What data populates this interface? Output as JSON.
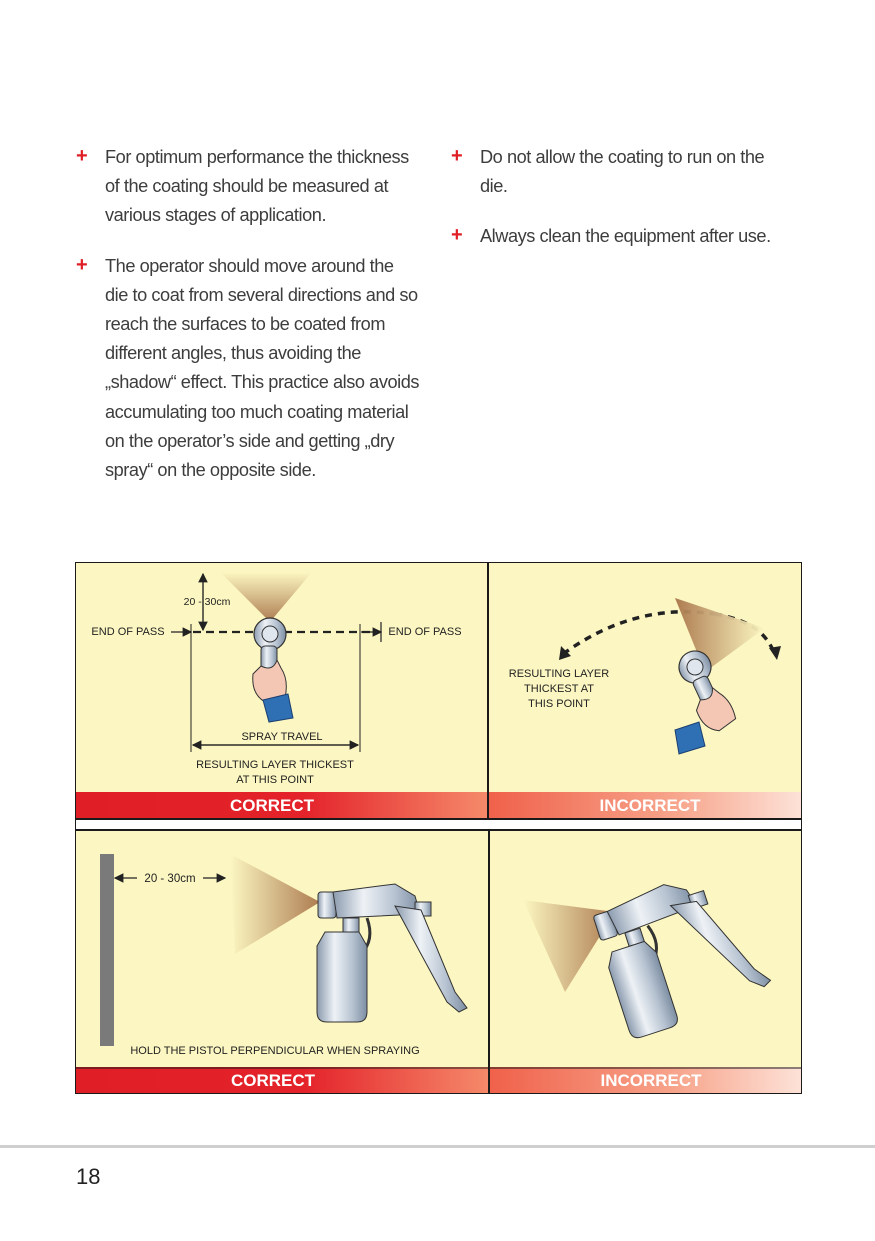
{
  "left_column": {
    "bullets": [
      "For optimum performance the thickness of the coating should be measured at various stages of application.",
      "The operator should move around the die to coat from several directions and so reach the surfaces to be coated from different angles, thus avoiding the „shadow“ effect. This practice also avoids accumulating too much coating material on the operator’s side and getting „dry spray“ on the opposite side."
    ]
  },
  "right_column": {
    "bullets": [
      "Do not allow the coating to run on the die.",
      "Always clean the equipment after use."
    ]
  },
  "bullet_symbol": "+",
  "diagram": {
    "top_left": {
      "distance_label": "20 - 30cm",
      "end_of_pass_left": "END OF PASS",
      "end_of_pass_right": "END OF PASS",
      "spray_travel": "SPRAY TRAVEL",
      "result_line1": "RESULTING LAYER THICKEST",
      "result_line2": "AT THIS POINT",
      "verdict": "CORRECT"
    },
    "top_right": {
      "result_line1": "RESULTING LAYER",
      "result_line2": "THICKEST AT",
      "result_line3": "THIS POINT",
      "verdict": "INCORRECT"
    },
    "bottom_left": {
      "distance_label": "20 - 30cm",
      "caption": "HOLD THE PISTOL PERPENDICULAR WHEN SPRAYING",
      "verdict": "CORRECT"
    },
    "bottom_right": {
      "verdict": "INCORRECT"
    }
  },
  "page_number": "18",
  "colors": {
    "accent": "#e01e26",
    "panel_background": "#fcf7c2",
    "spray": "#c89468",
    "glove": "#2f6fb4"
  }
}
